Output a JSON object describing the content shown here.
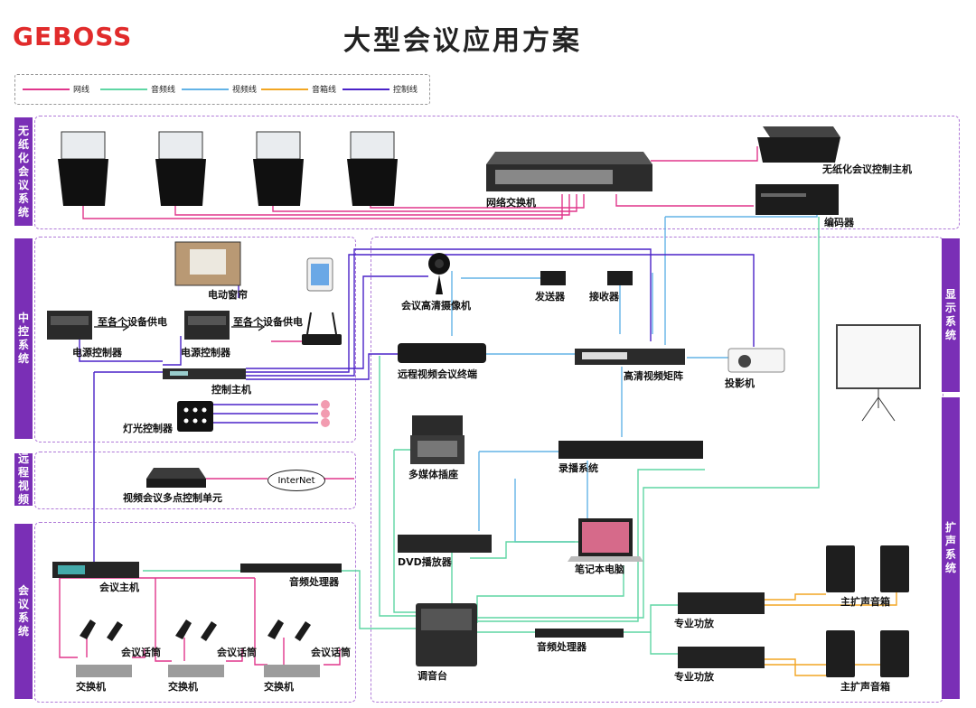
{
  "header": {
    "logo": "GEBOSS",
    "title": "大型会议应用方案"
  },
  "legend": [
    {
      "label": "网线",
      "color": "#e0368c"
    },
    {
      "label": "音频线",
      "color": "#5fd6a4"
    },
    {
      "label": "视频线",
      "color": "#63b3e6"
    },
    {
      "label": "音箱线",
      "color": "#f2a623"
    },
    {
      "label": "控制线",
      "color": "#4a22c8"
    }
  ],
  "sections": {
    "paperless": "无纸化会议系统",
    "central": "中控系统",
    "remote": "远程视频",
    "conference": "会议系统",
    "display": "显示系统",
    "sound": "扩声系统"
  },
  "devices": {
    "switch": "网络交换机",
    "paperless_host": "无纸化会议控制主机",
    "encoder": "编码器",
    "curtain": "电动窗帘",
    "power_note_1": "至各个设备供电",
    "power_note_2": "至各个设备供电",
    "power_ctrl_1": "电源控制器",
    "power_ctrl_2": "电源控制器",
    "ctrl_host": "控制主机",
    "light_ctrl": "灯光控制器",
    "camera": "会议高清摄像机",
    "sender": "发送器",
    "receiver": "接收器",
    "video_terminal": "远程视频会议终端",
    "matrix": "高清视频矩阵",
    "projector": "投影机",
    "socket": "多媒体插座",
    "recorder": "录播系统",
    "mcu": "视频会议多点控制单元",
    "internet": "InterNet",
    "dvd": "DVD播放器",
    "laptop": "笔记本电脑",
    "conf_host": "会议主机",
    "audio_proc_1": "音频处理器",
    "mic_1": "会议话筒",
    "mic_2": "会议话筒",
    "mic_3": "会议话筒",
    "sw_1": "交换机",
    "sw_2": "交换机",
    "sw_3": "交换机",
    "mixer": "调音台",
    "audio_proc_2": "音频处理器",
    "amp_1": "专业功放",
    "amp_2": "专业功放",
    "spk_1": "主扩声音箱",
    "spk_2": "主扩声音箱"
  },
  "colors": {
    "accent": "#7a2fb6",
    "brand": "#e12b2b"
  }
}
